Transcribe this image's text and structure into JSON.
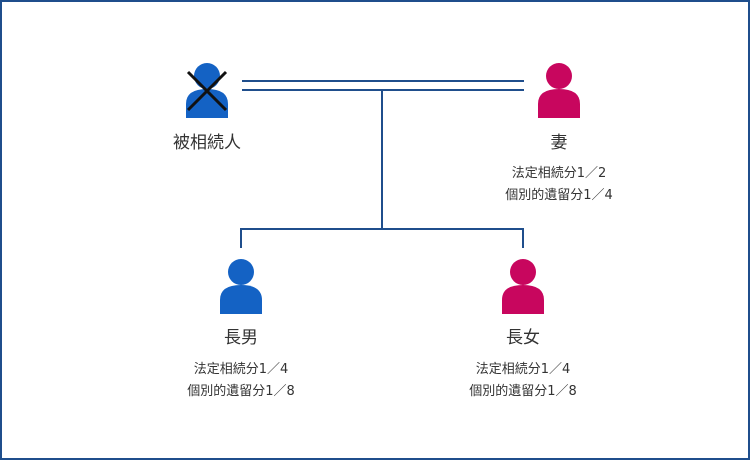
{
  "colors": {
    "frame": "#1f4e8c",
    "line": "#1f4e8c",
    "male": "#1462c4",
    "female": "#c8065e",
    "cross": "#111111",
    "text": "#333333"
  },
  "deceased": {
    "label": "被相続人",
    "icon": "male-person-icon",
    "marker": "cross-mark-icon"
  },
  "spouse": {
    "label": "妻",
    "icon": "female-person-icon",
    "legal_share": "法定相続分1／2",
    "reserved_share": "個別的遺留分1／4"
  },
  "son": {
    "label": "長男",
    "icon": "male-person-icon",
    "legal_share": "法定相続分1／4",
    "reserved_share": "個別的遺留分1／8"
  },
  "daughter": {
    "label": "長女",
    "icon": "female-person-icon",
    "legal_share": "法定相続分1／4",
    "reserved_share": "個別的遺留分1／8"
  }
}
